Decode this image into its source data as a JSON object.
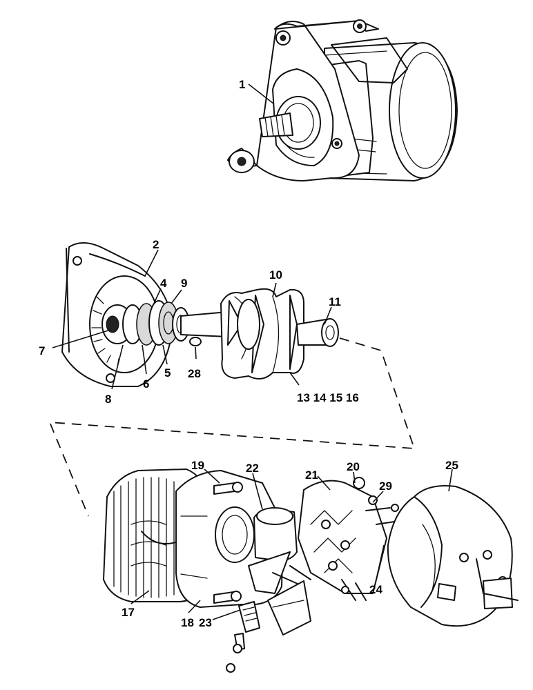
{
  "callouts": {
    "c1": "1",
    "c2": "2",
    "c4": "4",
    "c5": "5",
    "c6": "6",
    "c7": "7",
    "c8": "8",
    "c9": "9",
    "c10": "10",
    "c11": "11",
    "c13_16": "13 14 15 16",
    "c17": "17",
    "c18": "18",
    "c19": "19",
    "c20": "20",
    "c21": "21",
    "c22": "22",
    "c23": "23",
    "c24": "24",
    "c25": "25",
    "c28": "28",
    "c29": "29"
  }
}
